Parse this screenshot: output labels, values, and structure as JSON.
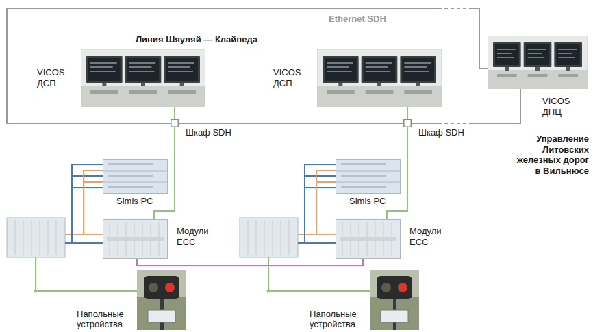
{
  "diagram": {
    "nodes": [
      {
        "text": [
          "VICOS ДСП"
        ]
      },
      {
        "text": [
          "VICOS ДСП"
        ]
      },
      {
        "text": [
          "VICOS ДНЦ"
        ]
      },
      {
        "text": [
          "Шкаф SDH"
        ]
      },
      {
        "text": [
          "Шкаф SDH"
        ]
      },
      {
        "text": [
          "Simis PC"
        ]
      },
      {
        "text": [
          "Simis PC"
        ]
      },
      {
        "text": [
          "Модули ECC"
        ]
      },
      {
        "text": [
          "Модули ECC"
        ]
      },
      {
        "text": [
          "Напольные устройства"
        ]
      },
      {
        "text": [
          "Напольные устройства"
        ]
      }
    ],
    "edges": [
      {
        "from": 2,
        "to": 3,
        "arrow": "none",
        "label": "Ethernet SDH"
      },
      {
        "from": 3,
        "to": 4,
        "arrow": "none"
      },
      {
        "from": 4,
        "to": 2,
        "arrow": "none"
      },
      {
        "from": 0,
        "to": 3,
        "arrow": "none"
      },
      {
        "from": 1,
        "to": 4,
        "arrow": "none"
      },
      {
        "from": 3,
        "to": 7,
        "arrow": "none"
      },
      {
        "from": 4,
        "to": 8,
        "arrow": "none"
      },
      {
        "from": 5,
        "to": 7,
        "arrow": "none"
      },
      {
        "from": 5,
        "to": 7,
        "arrow": "none"
      },
      {
        "from": 6,
        "to": 8,
        "arrow": "none"
      },
      {
        "from": 6,
        "to": 8,
        "arrow": "none"
      },
      {
        "from": 7,
        "to": 8,
        "arrow": "none"
      }
    ],
    "labels": [
      "Линия Шяуляй — Клайпеда",
      "Управление Литовских железных дорог в Вильнюсе"
    ]
  }
}
